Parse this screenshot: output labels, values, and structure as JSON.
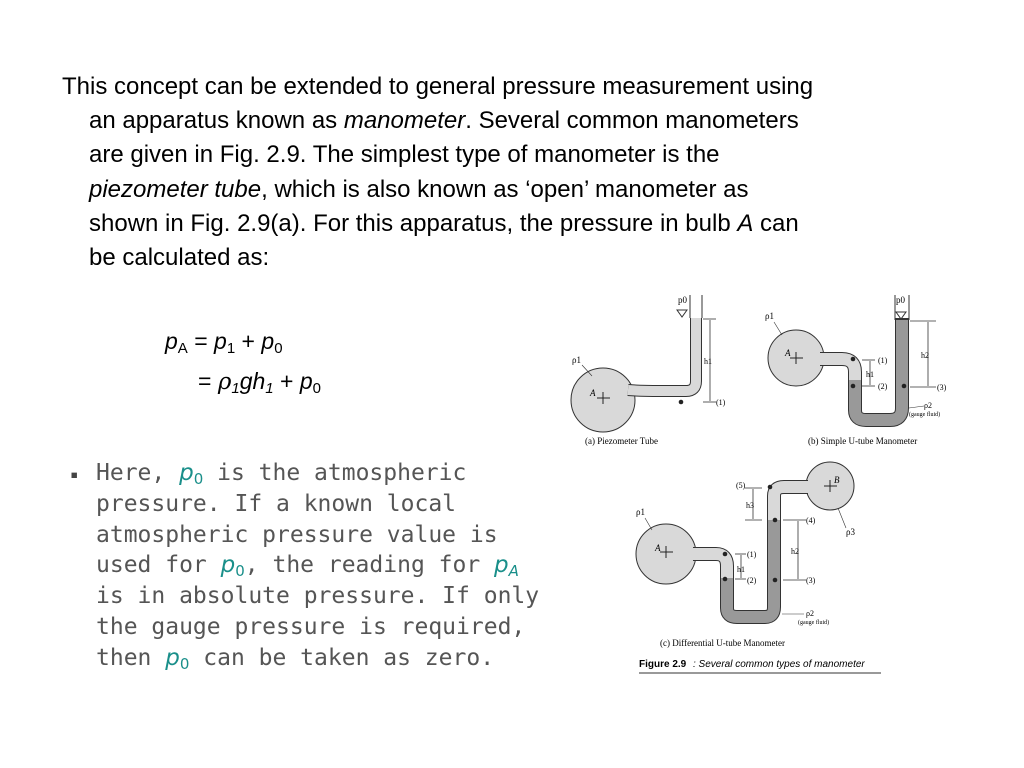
{
  "intro": {
    "l1": "This concept can be extended to general pressure measurement using",
    "l2a": "an apparatus known as ",
    "l2b": "manometer",
    "l2c": ".  Several common manometers",
    "l3": "are given in Fig. 2.9. The simplest type of manometer is the",
    "l4a": "piezometer tube",
    "l4b": ", which is also known as ‘open’ manometer as",
    "l5a": "shown in Fig. 2.9(a). For this apparatus, the pressure in bulb ",
    "l5b": "A",
    "l5c": " can",
    "l6": "be calculated as:"
  },
  "equation": {
    "line1": {
      "p": "p",
      "sub_a": "A",
      "eq": " = ",
      "p1": "p",
      "sub_1": "1",
      "plus": " + ",
      "p0": "p",
      "sub_0": "0"
    },
    "line2": {
      "eq": "= ",
      "rho": "ρ",
      "rho_sub": "1",
      "gh": "gh",
      "h_sub": "1",
      "plus": " + ",
      "p0": "p",
      "sub_0": "0"
    }
  },
  "bullet": {
    "marker": "▪",
    "t1": "Here, ",
    "p0": "p",
    "p0sub": "0",
    "t2": " is the atmospheric",
    "t3": "pressure.  If a known local",
    "t4": "atmospheric pressure value is",
    "t5": "used for ",
    "t6": ", the reading for ",
    "pA": "p",
    "pAsub": "A",
    "t7": "is in absolute pressure.  If only",
    "t8": "the gauge pressure is required,",
    "t9": "then ",
    "t10": " can be taken as zero."
  },
  "figure": {
    "a_caption": "(a) Piezometer Tube",
    "b_caption": "(b) Simple U-tube Manometer",
    "c_caption": "(c) Differential U-tube Manometer",
    "fig_label": "Figure 2.9",
    "fig_caption": ":  Several common types of manometer",
    "p0": "p0",
    "rho1": "ρ1",
    "rho2": "ρ2",
    "rho3": "ρ3",
    "h1": "h1",
    "h2": "h2",
    "h3": "h3",
    "A": "A",
    "B": "B",
    "m1": "(1)",
    "m2": "(2)",
    "m3": "(3)",
    "m4": "(4)",
    "m5": "(5)",
    "gauge": "(gauge fluid)"
  }
}
